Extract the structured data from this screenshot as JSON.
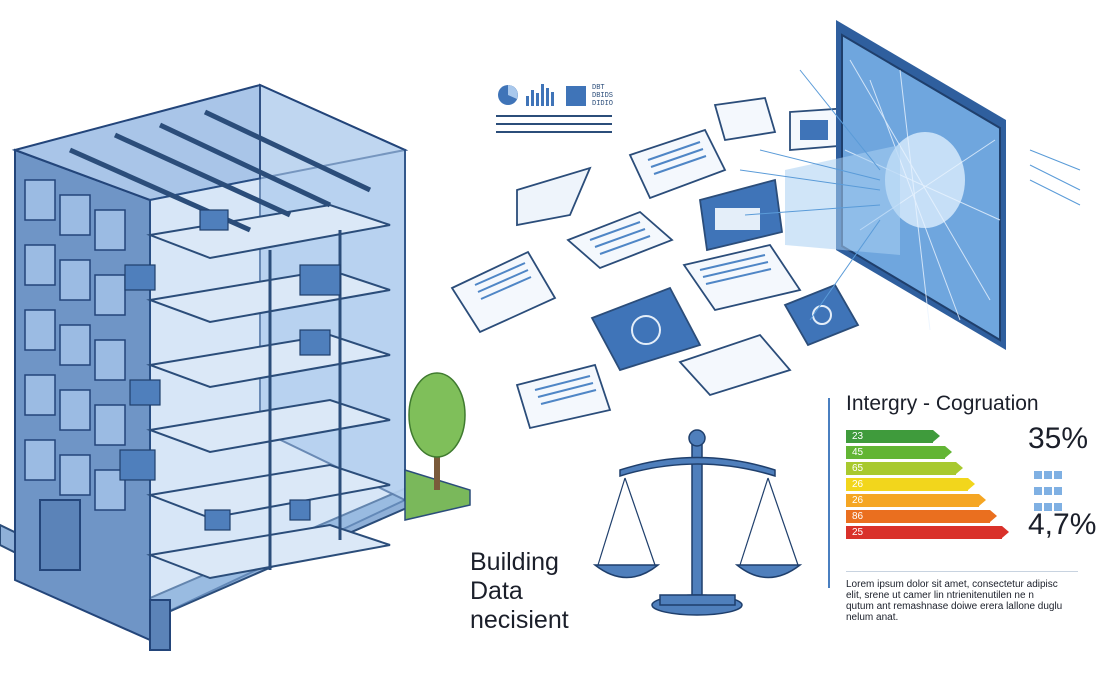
{
  "illustration": {
    "caption_lines": [
      "Building",
      "Data",
      "necisient"
    ],
    "chart_icon_text": [
      "DBT",
      "DBIDS",
      "DIDIO"
    ]
  },
  "energy_panel": {
    "title": "Intergry - Cogruation",
    "ratings": [
      {
        "label": "23",
        "color": "#3f9b3c",
        "level": 0.46
      },
      {
        "label": "45",
        "color": "#62b534",
        "level": 0.52
      },
      {
        "label": "65",
        "color": "#a8c92f",
        "level": 0.58
      },
      {
        "label": "26",
        "color": "#f2d61c",
        "level": 0.64
      },
      {
        "label": "26",
        "color": "#f5a623",
        "level": 0.7
      },
      {
        "label": "86",
        "color": "#ea6f1f",
        "level": 0.76
      },
      {
        "label": "25",
        "color": "#d9312a",
        "level": 0.82
      }
    ],
    "value_top": "35%",
    "value_bottom": "4,7%",
    "body_lines": [
      "Lorem ipsum dolor sit amet, consectetur adipisc",
      "elit, srene ut camer lin ntrienitenutilen ne n",
      "qutum ant remashnase doiwe erera lallone duglu",
      "nelum anat."
    ]
  }
}
